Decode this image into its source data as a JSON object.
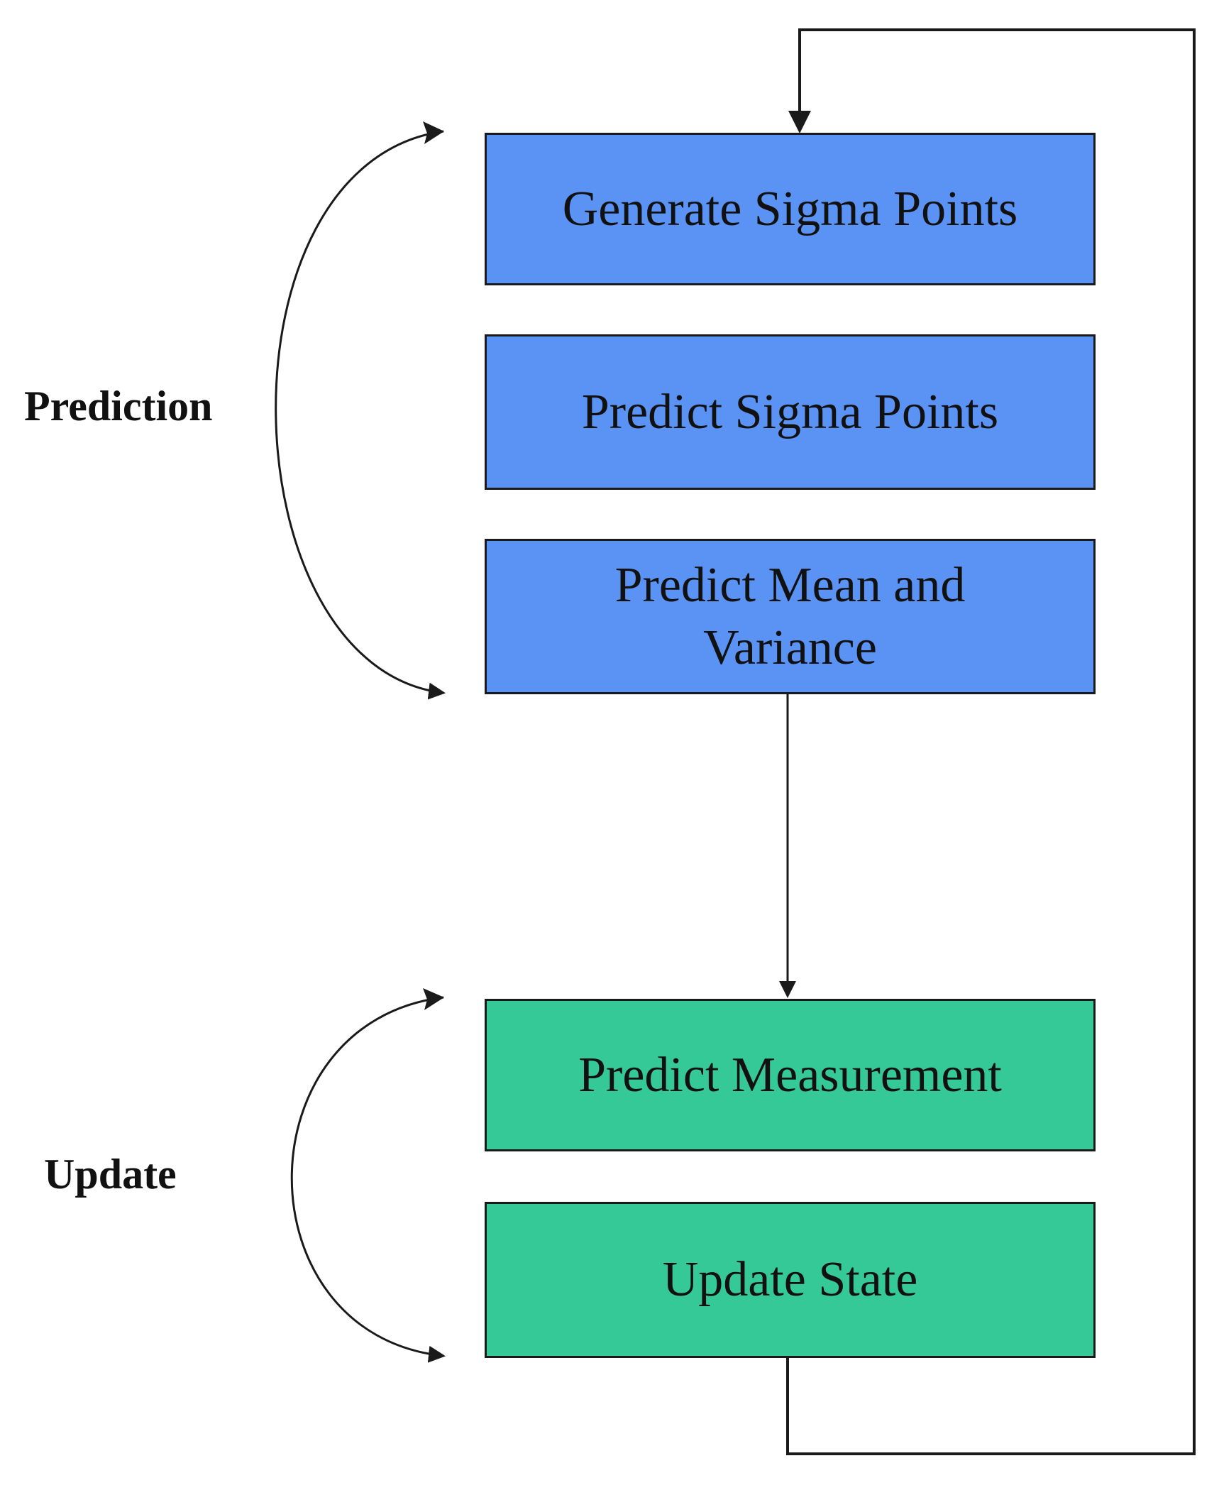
{
  "diagram": {
    "colors": {
      "prediction_fill": "#5b93f5",
      "update_fill": "#34c996",
      "stroke": "#1a1a1a",
      "background": "#ffffff"
    },
    "groups": {
      "prediction": {
        "label": "Prediction"
      },
      "update": {
        "label": "Update"
      }
    },
    "steps": [
      {
        "id": "generate-sigma-points",
        "label": "Generate Sigma Points",
        "group": "prediction"
      },
      {
        "id": "predict-sigma-points",
        "label": "Predict Sigma Points",
        "group": "prediction"
      },
      {
        "id": "predict-mean-variance",
        "label": "Predict Mean and Variance",
        "group": "prediction"
      },
      {
        "id": "predict-measurement",
        "label": "Predict Measurement",
        "group": "update"
      },
      {
        "id": "update-state",
        "label": "Update State",
        "group": "update"
      }
    ],
    "edges": [
      {
        "from": "predict-mean-variance",
        "to": "predict-measurement"
      },
      {
        "from": "update-state",
        "to": "generate-sigma-points",
        "style": "feedback-loop"
      }
    ]
  }
}
